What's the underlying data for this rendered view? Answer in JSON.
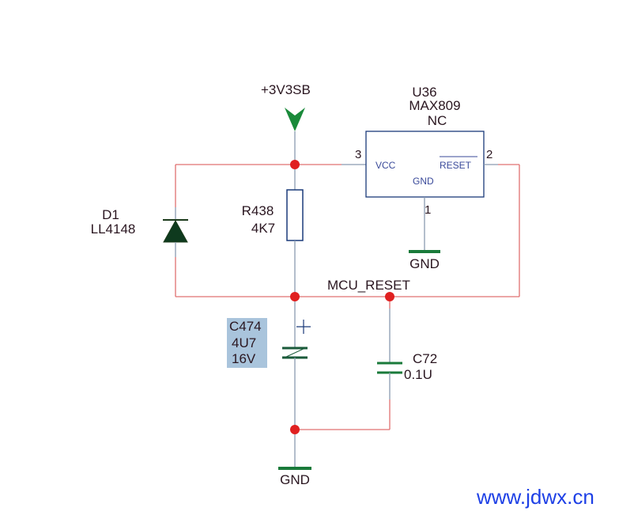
{
  "power": {
    "label": "+3V3SB"
  },
  "u36": {
    "ref": "U36",
    "part": "MAX809",
    "note": "NC",
    "pin_vcc_num": "3",
    "pin_reset_num": "2",
    "pin_gnd_num": "1",
    "vcc_label": "VCC",
    "reset_label": "RESET",
    "gnd_label": "GND"
  },
  "d1": {
    "ref": "D1",
    "value": "LL4148"
  },
  "r438": {
    "ref": "R438",
    "value": "4K7"
  },
  "net": {
    "name": "MCU_RESET"
  },
  "c474": {
    "ref": "C474",
    "value": "4U7",
    "voltage": "16V"
  },
  "c72": {
    "ref": "C72",
    "value": "0.1U"
  },
  "gnd_labels": {
    "u36": "GND",
    "bottom": "GND"
  },
  "watermark": "www.jdwx.cn",
  "colors": {
    "wire": "#e07070",
    "junction": "#e02020",
    "power_arrow": "#1a8a3a",
    "gnd_bar": "#1a7a3a",
    "highlight": "#a9c4dc",
    "watermark": "#1e40e6"
  }
}
